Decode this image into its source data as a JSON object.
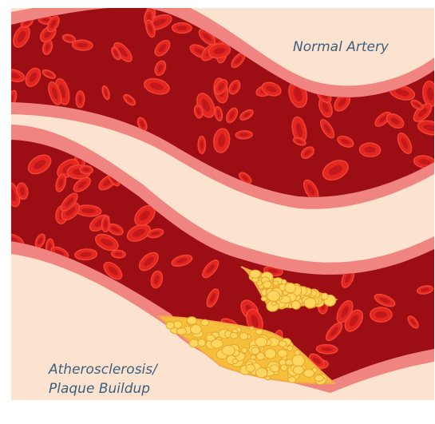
{
  "labels": {
    "normal": "Normal Artery",
    "athero_line1": "Atherosclerosis/",
    "athero_line2": "Plaque Buildup"
  },
  "colors": {
    "background": "#fce3cf",
    "vessel_wall": "#ef8480",
    "blood": "#9c0d14",
    "cell": "#e42620",
    "cell_rim": "#f14437",
    "cell_center": "#c0181b",
    "plaque": "#f6bf3b",
    "plaque_light": "#fdd660",
    "label_text": "#3d5f7f"
  },
  "icons": [
    "red-blood-cell-icon",
    "plaque-deposit-icon"
  ]
}
